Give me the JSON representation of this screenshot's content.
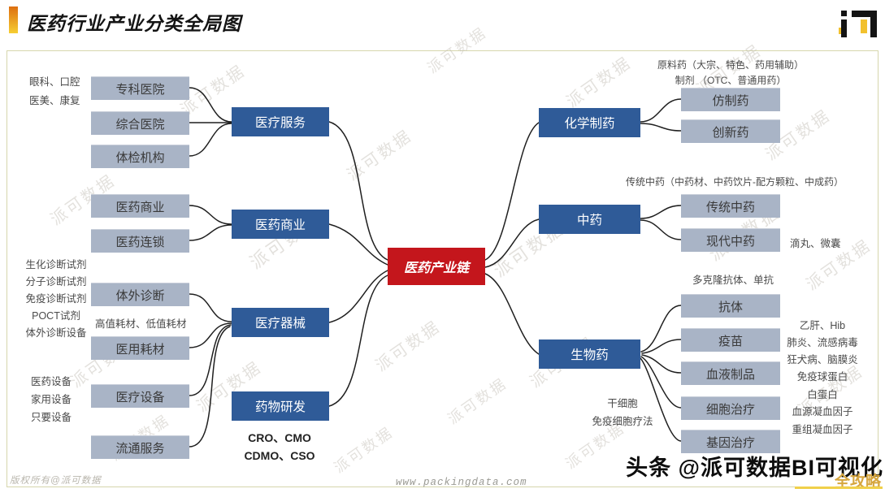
{
  "header": {
    "title": "医药行业产业分类全局图",
    "logo_name": "paike-data-logo"
  },
  "center": {
    "label": "医药产业链"
  },
  "left_branches": [
    {
      "label": "医疗服务",
      "children": [
        "专科医院",
        "综合医院",
        "体检机构"
      ]
    },
    {
      "label": "医药商业",
      "children": [
        "医药商业",
        "医药连锁"
      ]
    },
    {
      "label": "医疗器械",
      "children": [
        "体外诊断",
        "医用耗材",
        "医疗设备",
        "流通服务"
      ]
    },
    {
      "label": "药物研发",
      "children": []
    }
  ],
  "right_branches": [
    {
      "label": "化学制药",
      "children": [
        "仿制药",
        "创新药"
      ]
    },
    {
      "label": "中药",
      "children": [
        "传统中药",
        "现代中药"
      ]
    },
    {
      "label": "生物药",
      "children": [
        "抗体",
        "疫苗",
        "血液制品",
        "细胞治疗",
        "基因治疗"
      ]
    }
  ],
  "annotations": {
    "hospital": [
      "眼科、口腔",
      "医美、康复"
    ],
    "ivd": [
      "生化诊断试剂",
      "分子诊断试剂",
      "免疫诊断试剂",
      "POCT试剂",
      "体外诊断设备"
    ],
    "consumables": "高值耗材、低值耗材",
    "equipment": [
      "医药设备",
      "家用设备",
      "只要设备"
    ],
    "rnd": [
      "CRO、CMO",
      "CDMO、CSO"
    ],
    "chemical": [
      "原料药（大宗、特色、药用辅助）",
      "制剂 （OTC、普通用药）"
    ],
    "tcm": "传统中药（中药材、中药饮片-配方颗粒、中成药）",
    "modern_tcm": "滴丸、微囊",
    "antibody": "多克隆抗体、单抗",
    "vaccine": [
      "乙肝、Hib",
      "肺炎、流感病毒",
      "狂犬病、脑膜炎"
    ],
    "blood": [
      "免疫球蛋白",
      "白蛋白",
      "血源凝血因子",
      "重组凝血因子"
    ],
    "cell": [
      "干细胞",
      "免疫细胞疗法"
    ]
  },
  "footer": {
    "copyright": "版权所有@派可数据",
    "website": "www.packingdata.com",
    "credit": "头条 @派可数据BI可视化",
    "badge": "全攻略"
  },
  "watermark": "派可数据",
  "colors": {
    "branch_dark": "#2f5b98",
    "branch_light": "#a9b4c6",
    "center_red": "#c4161c",
    "title_bar_orange": "#dd6f10",
    "badge_gold": "#d6a63f"
  }
}
